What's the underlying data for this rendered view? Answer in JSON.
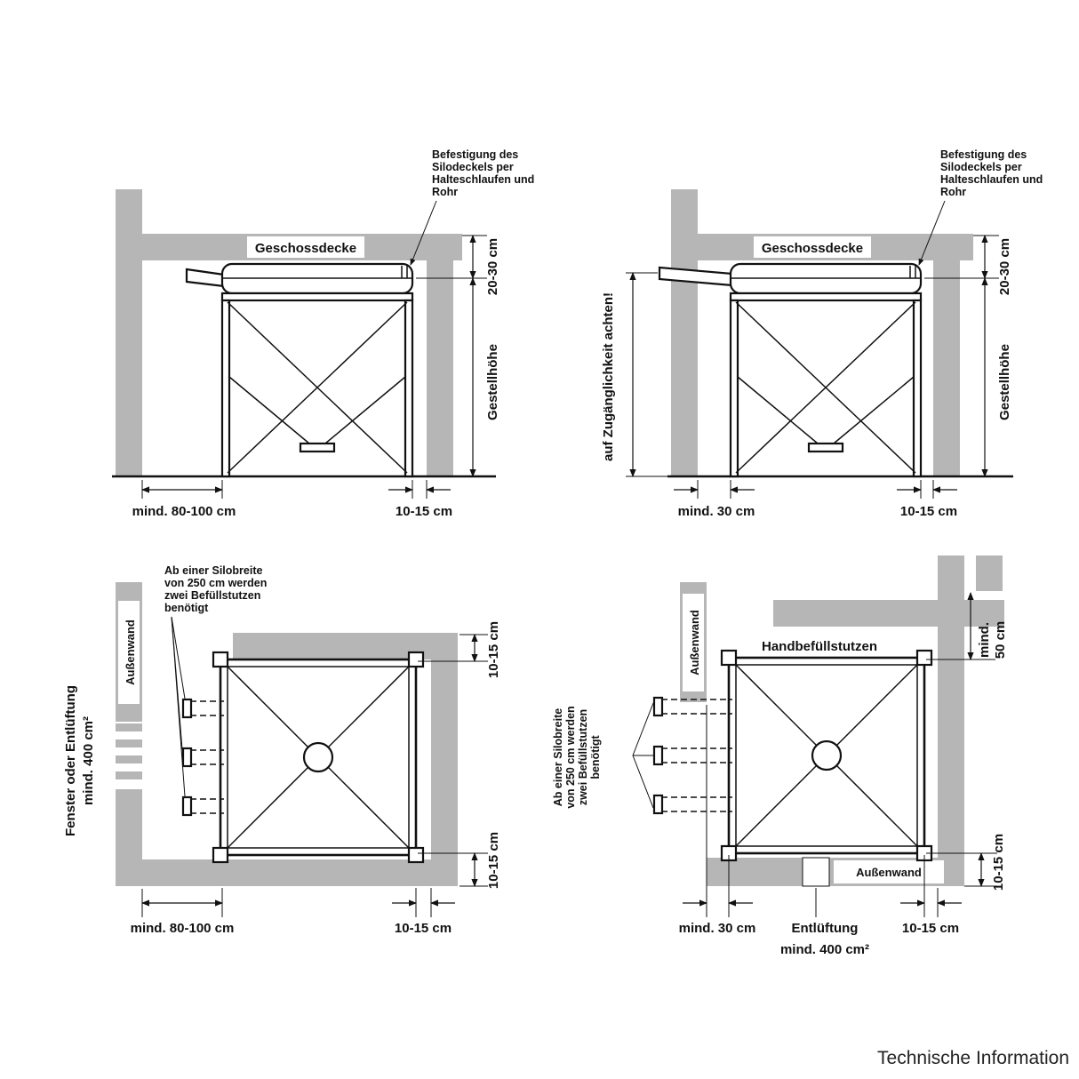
{
  "footer": "Technische Information",
  "colors": {
    "wall_gray": "#b6b6b6",
    "line": "#111111"
  },
  "top_left": {
    "ceiling": "Geschossdecke",
    "note_lines": [
      "Befestigung des",
      "Silodeckels per",
      "Halteschlaufen und",
      "Rohr"
    ],
    "dim_gap": "20-30 cm",
    "dim_frame_height": "Gestellhöhe",
    "dim_wall_distance": "mind. 80-100 cm",
    "dim_side_gap": "10-15 cm"
  },
  "top_right": {
    "ceiling": "Geschossdecke",
    "note_lines": [
      "Befestigung des",
      "Silodeckels per",
      "Halteschlaufen und",
      "Rohr"
    ],
    "access_note": "auf Zugänglichkeit achten!",
    "dim_gap": "20-30 cm",
    "dim_frame_height": "Gestellhöhe",
    "dim_wall_distance": "mind. 30 cm",
    "dim_side_gap": "10-15 cm"
  },
  "bottom_left": {
    "wall_label": "Außenwand",
    "window_note_lines": [
      "Fenster oder Entlüftung",
      "mind. 400 cm²"
    ],
    "stub_note_lines": [
      "Ab einer Silobreite",
      "von 250 cm werden",
      "zwei Befüllstutzen",
      "benötigt"
    ],
    "dim_top_gap": "10-15 cm",
    "dim_bottom_gap": "10-15 cm",
    "dim_wall_distance": "mind. 80-100 cm",
    "dim_side_gap": "10-15 cm"
  },
  "bottom_right": {
    "wall_label_left": "Außenwand",
    "wall_label_bottom": "Außenwand",
    "fill_nozzle_label": "Handbefüllstutzen",
    "dim_top_lines": [
      "mind.",
      "50 cm"
    ],
    "stub_note_lines": [
      "Ab einer Silobreite",
      "von 250 cm werden",
      "zwei Befüllstutzen",
      "benötigt"
    ],
    "vent_lines": [
      "Entlüftung",
      "mind. 400 cm²"
    ],
    "dim_wall_distance": "mind. 30 cm",
    "dim_side_gap": "10-15 cm",
    "dim_bottom_gap": "10-15 cm"
  }
}
